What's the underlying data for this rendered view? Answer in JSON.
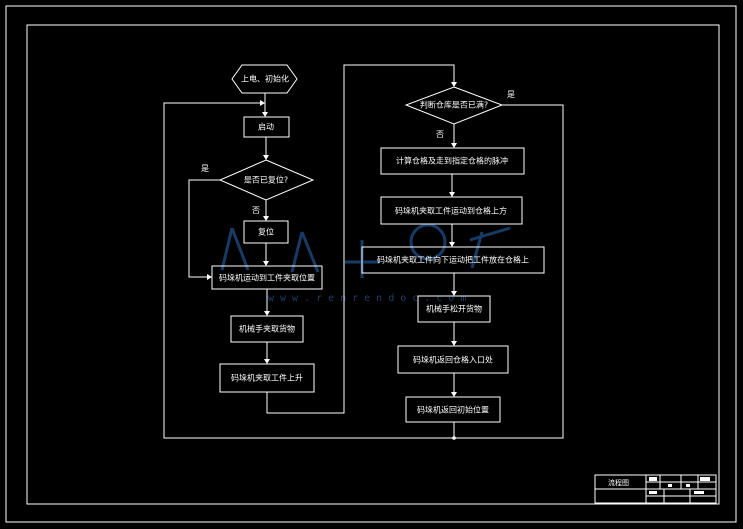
{
  "flowchart": {
    "start": "上电、初始化",
    "left_column": {
      "start_btn": "启动",
      "decision_reset": "是否已复位?",
      "yes_label": "是",
      "no_label": "否",
      "reset": "复位",
      "move_to_pick": "码垛机运动到工件夹取位置",
      "grab_goods": "机械手夹取货物",
      "lift_workpiece": "码垛机夹取工件上升"
    },
    "right_column": {
      "decision_full": "判断仓库是否已满?",
      "yes_label": "是",
      "no_label": "否",
      "compute_pulses": "计算仓格及走到指定仓格的脉冲",
      "move_above_slot": "码垛机夹取工件运动到仓格上方",
      "lower_and_place": "码垛机夹取工件向下运动把工件放在仓格上",
      "release_goods": "机械手松开货物",
      "return_entrance": "码垛机返回仓格入口处",
      "return_initial": "码垛机返回初始位置"
    }
  },
  "title_block": {
    "drawing_name": "流程图"
  },
  "watermark": {
    "text": "www.renrendoc.com"
  }
}
